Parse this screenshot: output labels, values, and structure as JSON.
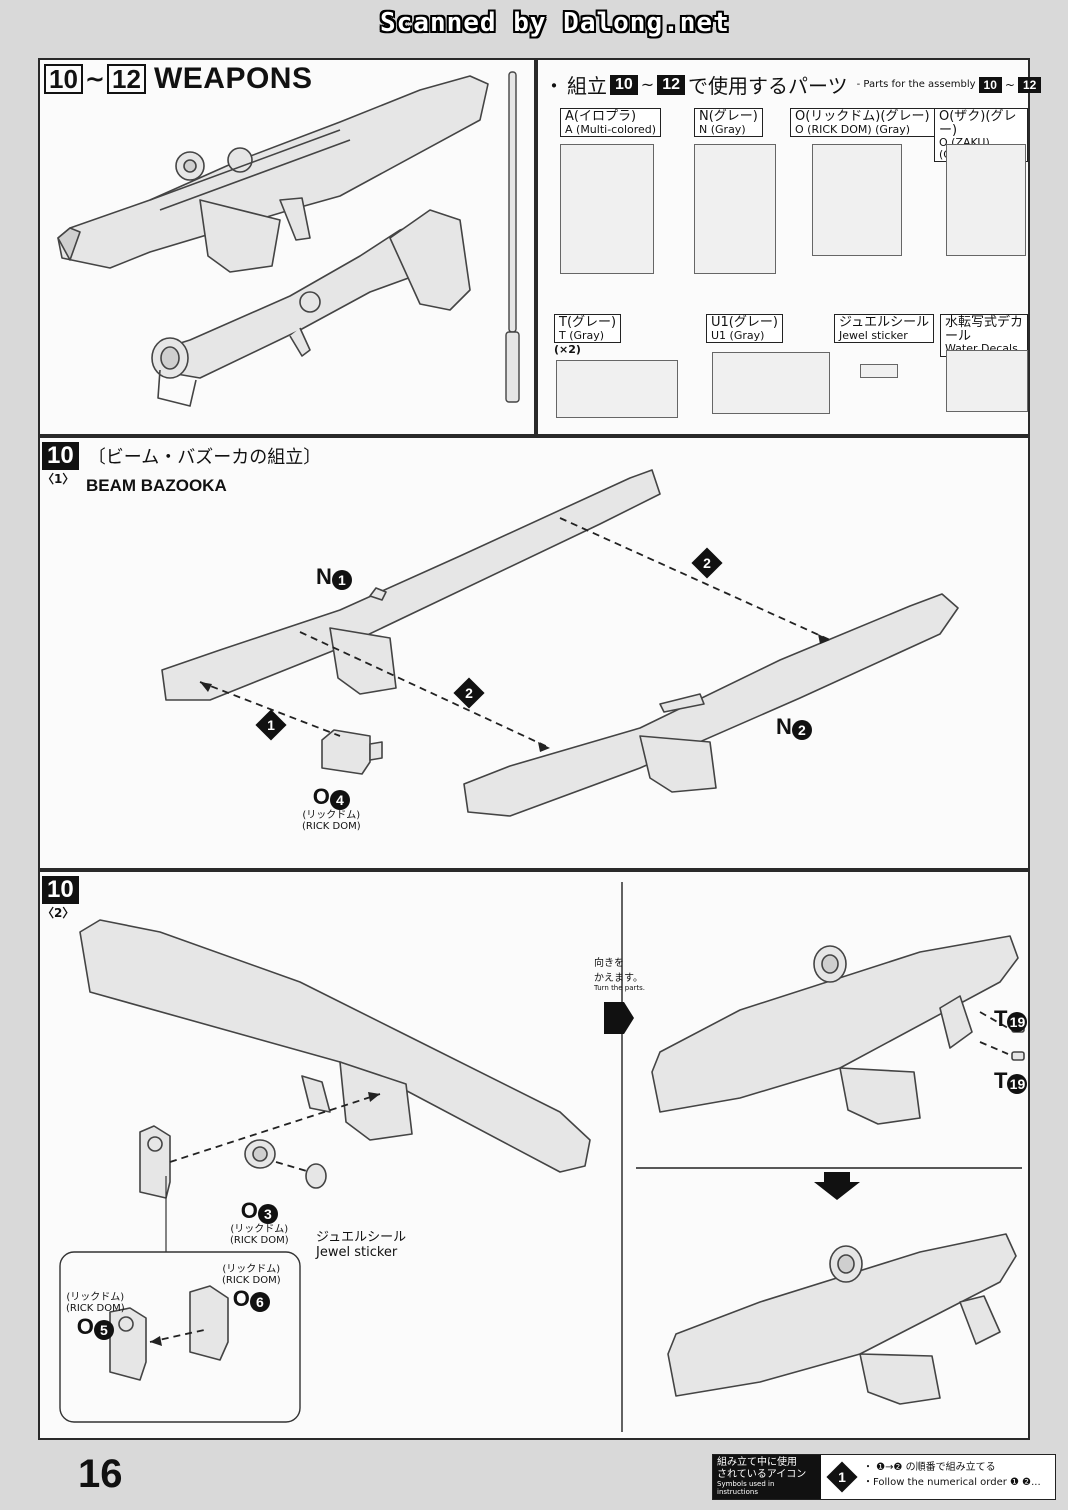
{
  "scanner_credit": "Scanned by Dalong.net",
  "page_number": "16",
  "weapons_header": {
    "step_from": "10",
    "tilde": "~",
    "step_to": "12",
    "title": "WEAPONS"
  },
  "parts_header": {
    "bullet": "・",
    "jp_label": "組立",
    "jp_suffix": "で使用するパーツ",
    "en_label": "- Parts for the assembly",
    "step_from": "10",
    "tilde": "~",
    "step_to": "12"
  },
  "runners": [
    {
      "jp": "A(イロプラ)",
      "en": "A (Multi-colored)"
    },
    {
      "jp": "N(グレー)",
      "en": "N (Gray)"
    },
    {
      "jp": "O(リックドム)(グレー)",
      "en": "O (RICK DOM) (Gray)"
    },
    {
      "jp": "O(ザク)(グレー)",
      "en": "O (ZAKU) (Gray)"
    },
    {
      "jp": "T(グレー)",
      "en": "T (Gray)",
      "qty": "(×2)"
    },
    {
      "jp": "U1(グレー)",
      "en": "U1 (Gray)"
    },
    {
      "jp": "ジュエルシール",
      "en": "Jewel sticker"
    },
    {
      "jp": "水転写式デカール",
      "en": "Water Decals"
    }
  ],
  "step10_1": {
    "step": "10",
    "sub": "〈1〉",
    "jp_title": "〔ビーム・バズーカの組立〕",
    "en_title": "BEAM BAZOOKA",
    "parts": [
      {
        "letter": "N",
        "num": "1"
      },
      {
        "letter": "N",
        "num": "2"
      },
      {
        "letter": "O",
        "num": "4",
        "note_jp": "(リックドム)",
        "note_en": "(RICK DOM)"
      }
    ],
    "order_marks": [
      "1",
      "2",
      "2"
    ]
  },
  "step10_2": {
    "step": "10",
    "sub": "〈2〉",
    "parts": [
      {
        "letter": "O",
        "num": "3",
        "note_jp": "(リックドム)",
        "note_en": "(RICK DOM)"
      },
      {
        "letter": "O",
        "num": "5",
        "note_jp": "(リックドム)",
        "note_en": "(RICK DOM)"
      },
      {
        "letter": "O",
        "num": "6",
        "note_jp": "(リックドム)",
        "note_en": "(RICK DOM)"
      },
      {
        "letter": "T",
        "num": "19"
      },
      {
        "letter": "T",
        "num": "19"
      }
    ],
    "jewel_jp": "ジュエルシール",
    "jewel_en": "Jewel sticker",
    "turn_jp_1": "向きを",
    "turn_jp_2": "かえます。",
    "turn_en": "Turn the parts."
  },
  "legend": {
    "jp_1": "組み立て中に使用",
    "jp_2": "されているアイコン",
    "en": "Symbols used in instructions",
    "icon_num": "1",
    "order_jp": "・ ❶→❷ の順番で組み立てる",
    "order_en": "・Follow the numerical order ❶ ❷..."
  },
  "colors": {
    "page_bg": "#d9d9d9",
    "panel_bg": "#fbfbfb",
    "part_fill": "#e6e6e6",
    "part_stroke": "#444444",
    "ink": "#111111"
  }
}
